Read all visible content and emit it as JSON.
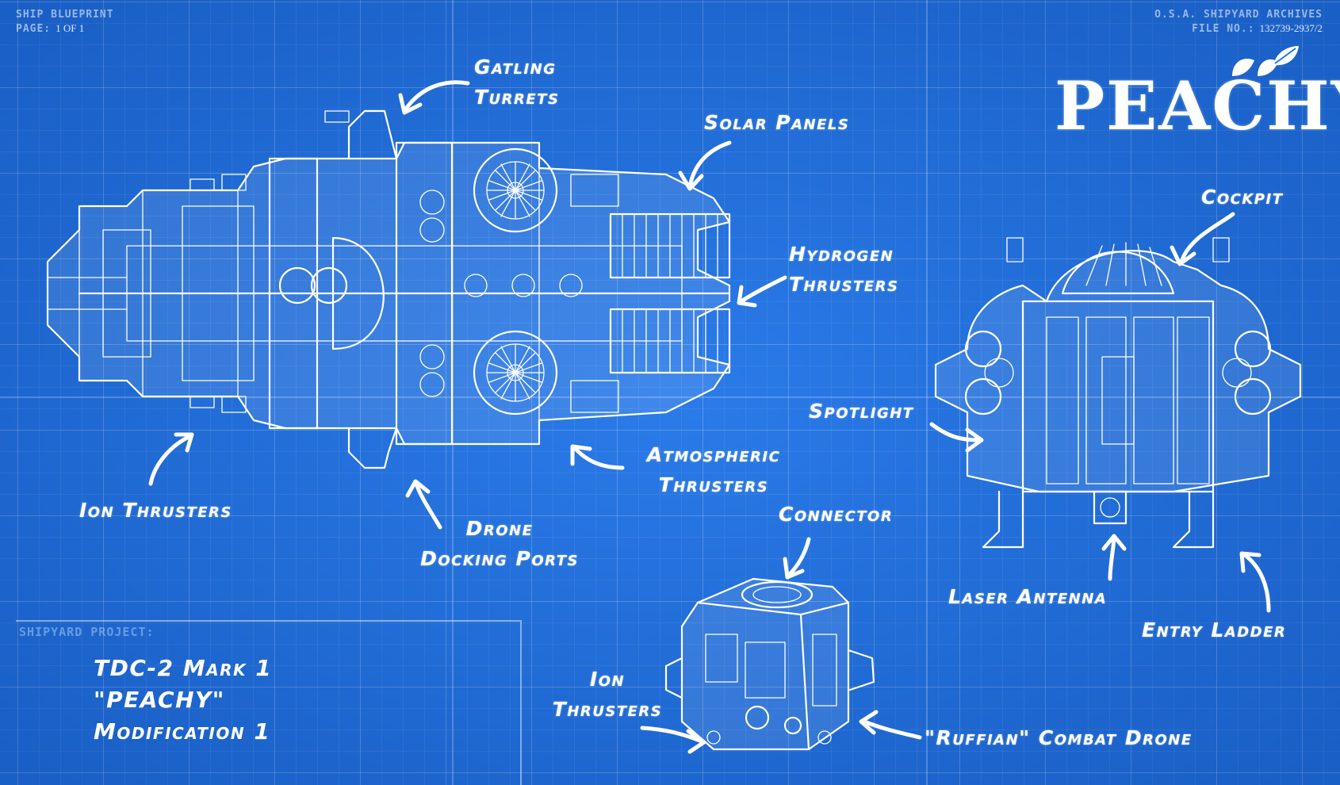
{
  "header": {
    "left_title": "SHIP BLUEPRINT",
    "page_label": "PAGE:",
    "page_value": "1 OF 1",
    "right_title": "O.S.A. SHIPYARD ARCHIVES",
    "file_label": "FILE NO.:",
    "file_value": "132739-2937/2"
  },
  "brand": {
    "title": "PEACHY"
  },
  "labels": {
    "gatling_turrets": "Gatling\nTurrets",
    "solar_panels": "Solar Panels",
    "hydrogen_thrusters": "Hydrogen\nThrusters",
    "ion_thrusters_main": "Ion Thrusters",
    "drone_docking_ports": "Drone\nDocking Ports",
    "atmospheric_thrusters": "Atmospheric\nThrusters",
    "cockpit": "Cockpit",
    "spotlight": "Spotlight",
    "connector": "Connector",
    "laser_antenna": "Laser Antenna",
    "entry_ladder": "Entry Ladder",
    "ion_thrusters_drone": "Ion\nThrusters",
    "combat_drone": "\"Ruffian\" Combat Drone"
  },
  "project": {
    "heading": "SHIPYARD PROJECT:",
    "lines": [
      "TDC-2 Mark 1",
      "\"PEACHY\"",
      "Modification 1"
    ]
  },
  "colors": {
    "background": "#1f74e8",
    "ink": "#ffffff"
  }
}
